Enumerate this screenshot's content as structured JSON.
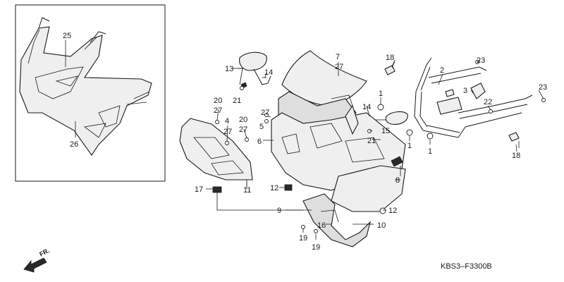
{
  "diagram": {
    "code": "KBS3–F3300B",
    "direction_label": "FR.",
    "callouts": {
      "c25": "25",
      "c26": "26",
      "c13": "13",
      "c14": "14",
      "c21a": "21",
      "c7": "7",
      "c27a": "27",
      "c18a": "18",
      "c2": "2",
      "c23a": "23",
      "c23b": "23",
      "c3": "3",
      "c22": "22",
      "c18b": "18",
      "c1a": "1",
      "c1b": "1",
      "c1c": "1",
      "c20a": "20",
      "c27b": "27",
      "c4": "4",
      "c27c": "27",
      "c20b": "20",
      "c27d": "27",
      "c27e": "27",
      "c5": "5",
      "c6": "6",
      "c14b": "14",
      "c15": "15",
      "c21b": "21",
      "c17": "17",
      "c11": "11",
      "c12a": "12",
      "c8": "8",
      "c9": "9",
      "c12b": "12",
      "c16": "16",
      "c10": "10",
      "c19a": "19",
      "c19b": "19"
    }
  }
}
